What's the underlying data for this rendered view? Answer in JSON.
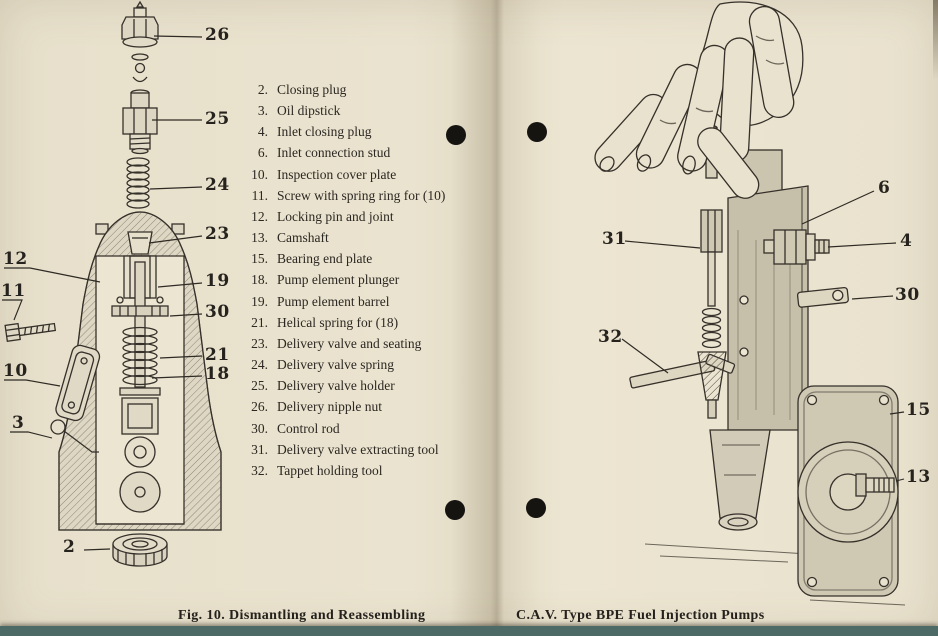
{
  "page": {
    "left_caption": "Fig. 10.  Dismantling and Reassembling",
    "right_caption": "C.A.V. Type BPE Fuel Injection Pumps"
  },
  "colors": {
    "paper": "#e9e2ce",
    "ink": "#2b2722",
    "table_edge": "#4d6a66"
  },
  "legend": {
    "items": [
      {
        "num": "2.",
        "label": "Closing plug"
      },
      {
        "num": "3.",
        "label": "Oil dipstick"
      },
      {
        "num": "4.",
        "label": "Inlet closing plug"
      },
      {
        "num": "6.",
        "label": "Inlet connection stud"
      },
      {
        "num": "10.",
        "label": "Inspection cover plate"
      },
      {
        "num": "11.",
        "label": "Screw with spring ring for (10)"
      },
      {
        "num": "12.",
        "label": "Locking pin and joint"
      },
      {
        "num": "13.",
        "label": "Camshaft"
      },
      {
        "num": "15.",
        "label": "Bearing end plate"
      },
      {
        "num": "18.",
        "label": "Pump element plunger"
      },
      {
        "num": "19.",
        "label": "Pump element barrel"
      },
      {
        "num": "21.",
        "label": "Helical spring for (18)"
      },
      {
        "num": "23.",
        "label": "Delivery valve and seating"
      },
      {
        "num": "24.",
        "label": "Delivery valve spring"
      },
      {
        "num": "25.",
        "label": "Delivery valve holder"
      },
      {
        "num": "26.",
        "label": "Delivery nipple nut"
      },
      {
        "num": "30.",
        "label": "Control rod"
      },
      {
        "num": "31.",
        "label": "Delivery valve extracting tool"
      },
      {
        "num": "32.",
        "label": "Tappet holding tool"
      }
    ]
  },
  "left_callouts": [
    "26",
    "25",
    "24",
    "23",
    "12",
    "11",
    "19",
    "30",
    "10",
    "21",
    "18",
    "3",
    "2"
  ],
  "right_callouts": [
    "31",
    "32",
    "6",
    "4",
    "30",
    "15",
    "13"
  ]
}
